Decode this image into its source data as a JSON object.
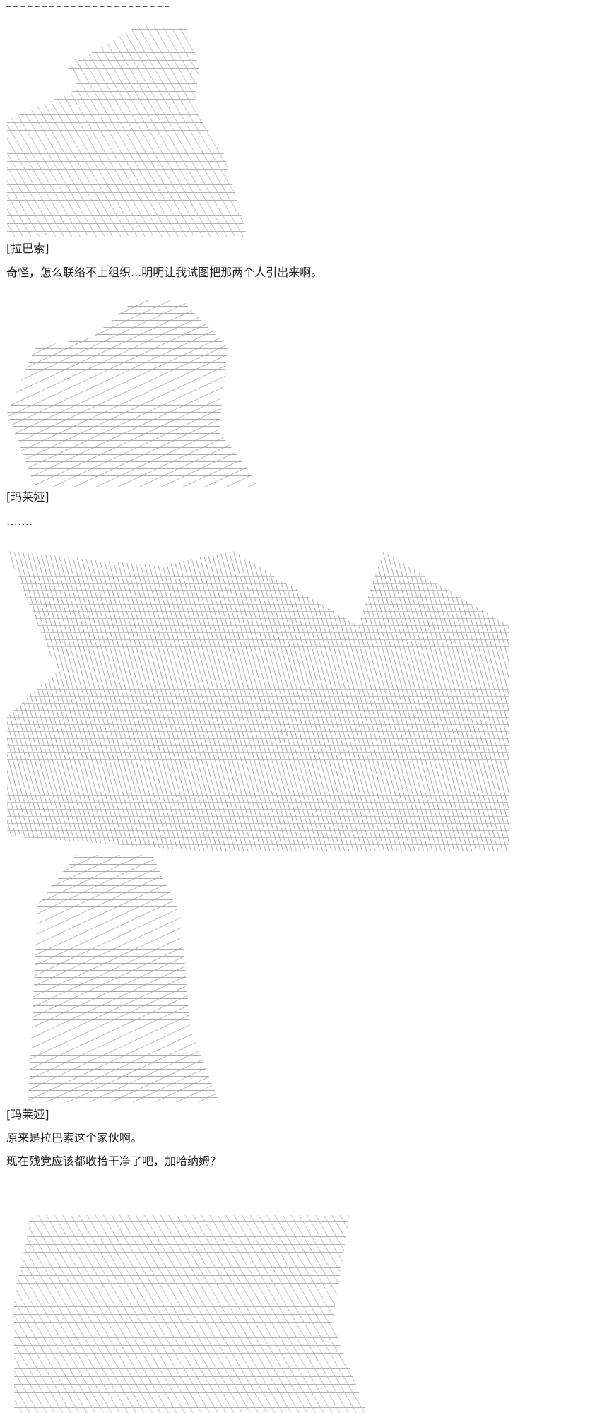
{
  "dialogue": [
    {
      "speaker": "[拉巴索]",
      "lines": [
        "奇怪，怎么联络不上组织...明明让我试图把那两个人引出来啊。"
      ]
    },
    {
      "speaker": "[玛莱娅]",
      "lines": [
        "……."
      ]
    },
    {
      "speaker": "[玛莱娅]",
      "lines": [
        "原来是拉巴索这个家伙啊。",
        "现在残党应该都收拾干净了吧，加哈纳姆？"
      ]
    }
  ]
}
